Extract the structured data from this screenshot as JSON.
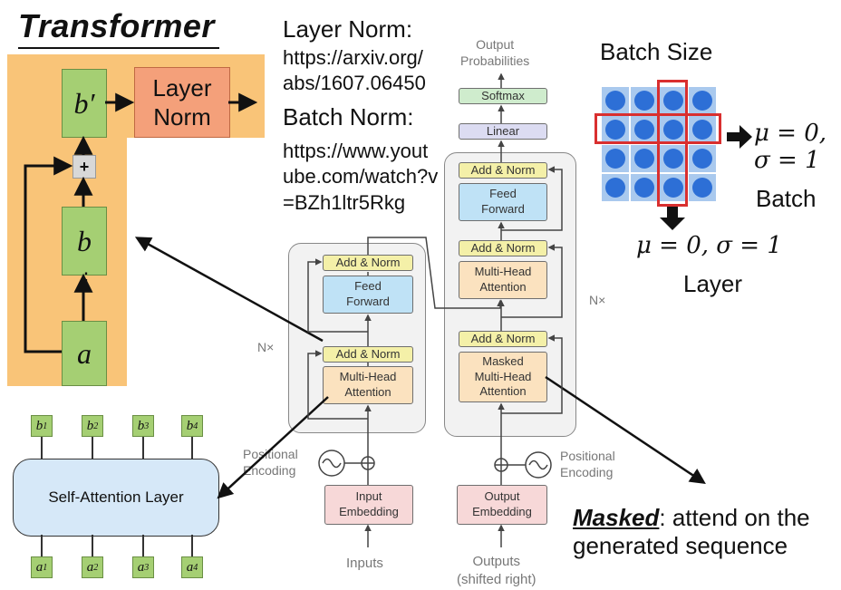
{
  "title": "Transformer",
  "residual": {
    "b_prime": "b′",
    "layer_norm": [
      "Layer",
      "Norm"
    ],
    "plus": "+",
    "b": "b",
    "dots": "⋮",
    "a": "a"
  },
  "references": {
    "layer_norm_heading": "Layer Norm:",
    "layer_norm_url": [
      "https://arxiv.org/",
      "abs/1607.06450"
    ],
    "batch_norm_heading": "Batch Norm:",
    "batch_norm_url": [
      "https://www.yout",
      "ube.com/watch?v",
      "=BZh1ltr5Rkg"
    ]
  },
  "encoder": {
    "add_norm": "Add & Norm",
    "feed_forward": [
      "Feed",
      "Forward"
    ],
    "mha": [
      "Multi-Head",
      "Attention"
    ],
    "nx": "N×",
    "positional": [
      "Positional",
      "Encoding"
    ],
    "embedding": [
      "Input",
      "Embedding"
    ],
    "inputs": "Inputs"
  },
  "decoder": {
    "output_probs": [
      "Output",
      "Probabilities"
    ],
    "softmax": "Softmax",
    "linear": "Linear",
    "add_norm": "Add & Norm",
    "feed_forward": [
      "Feed",
      "Forward"
    ],
    "mha": [
      "Multi-Head",
      "Attention"
    ],
    "masked_mha": [
      "Masked",
      "Multi-Head",
      "Attention"
    ],
    "nx": "N×",
    "positional": [
      "Positional",
      "Encoding"
    ],
    "embedding": [
      "Output",
      "Embedding"
    ],
    "outputs": [
      "Outputs",
      "(shifted right)"
    ]
  },
  "self_attention": {
    "label": "Self-Attention Layer",
    "outputs": [
      "1",
      "2",
      "3",
      "4"
    ],
    "out_var": "b",
    "in_var": "a"
  },
  "batch": {
    "title": "Batch Size",
    "row_stats": [
      "μ = 0,",
      "σ = 1"
    ],
    "row_label": "Batch",
    "col_stats": "μ = 0, σ = 1",
    "col_label": "Layer",
    "grid_rows": 4,
    "grid_cols": 4,
    "highlight_row": 2,
    "highlight_col": 3
  },
  "masked_note": {
    "bold": "Masked",
    "line1": ": attend on the",
    "line2": "generated sequence"
  },
  "colors": {
    "panel": "#f9c478",
    "green_box": "#a5cf73",
    "layer_norm_box": "#f4a07a",
    "grid_dot": "#2d6fd6",
    "grid_bg": "#a9c9ee",
    "highlight": "#d92f2f"
  }
}
